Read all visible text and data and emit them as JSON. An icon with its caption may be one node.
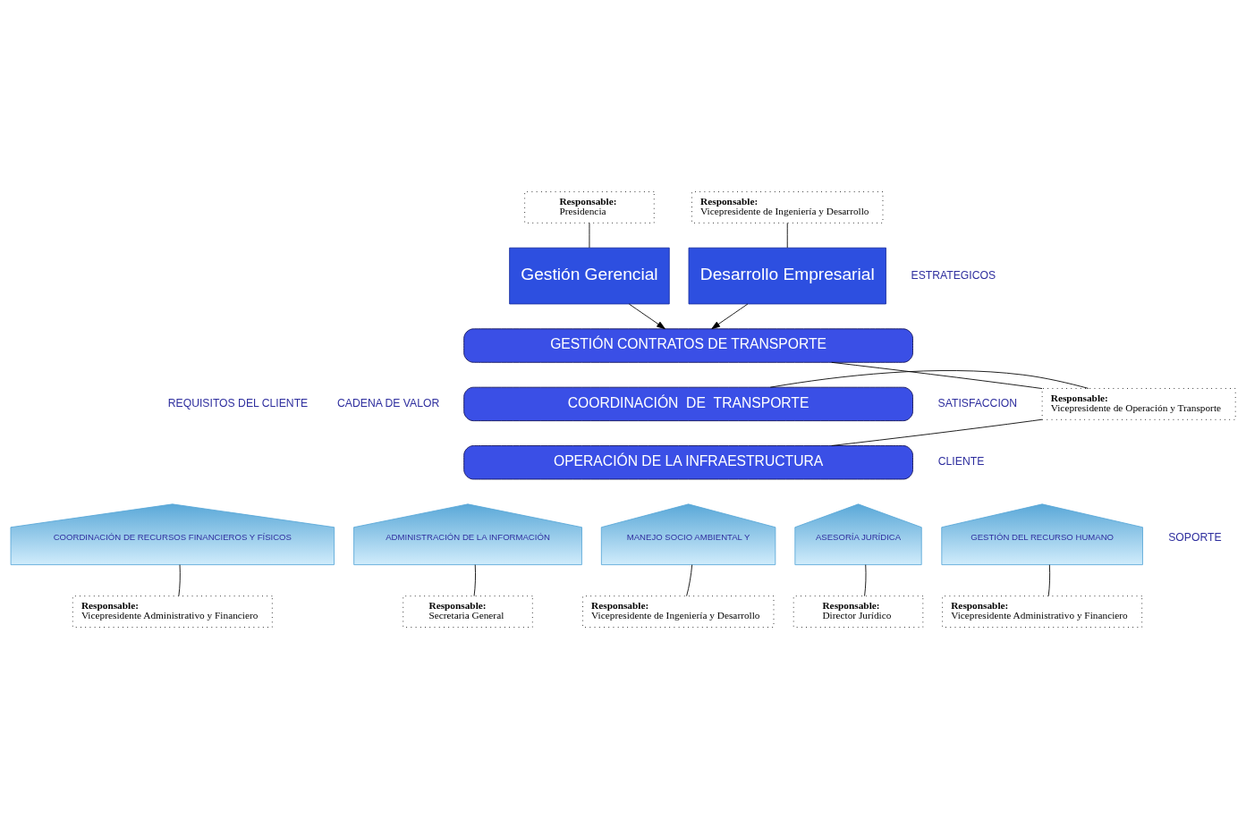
{
  "diagram": {
    "nodes": [
      {
        "text": [
          "Responsable:",
          "Presidencia"
        ]
      },
      {
        "text": [
          "Responsable:",
          "Vicepresidente de Ingeniería y Desarrollo"
        ]
      },
      {
        "text": [
          "Gestión Gerencial"
        ]
      },
      {
        "text": [
          "Desarrollo Empresarial"
        ]
      },
      {
        "text": [
          "GESTIÓN CONTRATOS DE TRANSPORTE"
        ]
      },
      {
        "text": [
          "COORDINACIÓN  DE  TRANSPORTE"
        ]
      },
      {
        "text": [
          "OPERACIÓN DE LA INFRAESTRUCTURA"
        ]
      },
      {
        "text": [
          "Responsable:",
          "Vicepresidente de Operación y Transporte"
        ]
      },
      {
        "text": [
          "COORDINACIÓN DE RECURSOS FINANCIEROS Y FÍSICOS"
        ]
      },
      {
        "text": [
          "ADMINISTRACIÓN DE LA INFORMACIÓN"
        ]
      },
      {
        "text": [
          "MANEJO SOCIO AMBIENTAL Y"
        ]
      },
      {
        "text": [
          "ASESORÍA JURÍDICA"
        ]
      },
      {
        "text": [
          "GESTIÓN DEL RECURSO HUMANO"
        ]
      },
      {
        "text": [
          "Responsable:",
          "Vicepresidente Administrativo y Financiero"
        ]
      },
      {
        "text": [
          "Responsable:",
          "Secretaria General"
        ]
      },
      {
        "text": [
          "Responsable:",
          "Vicepresidente de Ingeniería y Desarrollo"
        ]
      },
      {
        "text": [
          "Responsable:",
          "Director Jurídico"
        ]
      },
      {
        "text": [
          "Responsable:",
          "Vicepresidente Administrativo y Financiero"
        ]
      }
    ],
    "edges": [
      {
        "from": 0,
        "to": 2,
        "arrow": "none"
      },
      {
        "from": 1,
        "to": 3,
        "arrow": "none"
      },
      {
        "from": 2,
        "to": 4,
        "arrow": "to"
      },
      {
        "from": 3,
        "to": 4,
        "arrow": "to"
      },
      {
        "from": 7,
        "to": 4,
        "arrow": "none"
      },
      {
        "from": 7,
        "to": 5,
        "arrow": "none"
      },
      {
        "from": 7,
        "to": 6,
        "arrow": "none"
      },
      {
        "from": 13,
        "to": 8,
        "arrow": "none"
      },
      {
        "from": 14,
        "to": 9,
        "arrow": "none"
      },
      {
        "from": 15,
        "to": 10,
        "arrow": "none"
      },
      {
        "from": 16,
        "to": 11,
        "arrow": "none"
      },
      {
        "from": 17,
        "to": 12,
        "arrow": "none"
      }
    ],
    "labels": [
      "REQUISITOS DEL CLIENTE",
      "ESTRATEGICOS",
      "CADENA DE VALOR",
      "SOPORTE",
      "SATISFACCION",
      "CLIENTE"
    ]
  }
}
